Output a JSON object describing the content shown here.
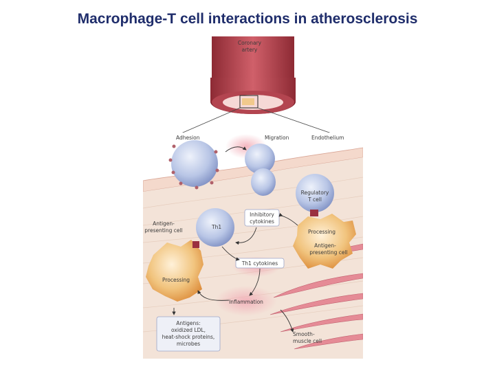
{
  "title": "Macrophage-T cell interactions in atherosclerosis",
  "figure": {
    "labels": {
      "coronary_artery": [
        "Coronary",
        "artery"
      ],
      "adhesion": "Adhesion",
      "migration": "Migration",
      "endothelium": "Endothelium",
      "regulatory_t_cell": [
        "Regulatory",
        "T cell"
      ],
      "inhibitory_cytokines": [
        "Inhibitory",
        "cytokines"
      ],
      "antigen_presenting_cell_left": [
        "Antigen-",
        "presenting cell"
      ],
      "th1": "Th1",
      "processing_right": "Processing",
      "antigen_presenting_cell_right": [
        "Antigen-",
        "presenting cell"
      ],
      "th1_cytokines": "Th1 cytokines",
      "processing_left": "Processing",
      "inflammation": "Inflammation",
      "antigens": [
        "Antigens:",
        "oxidized LDL,",
        "heat-shock proteins,",
        "microbes"
      ],
      "smooth_muscle_cell": [
        "Smooth-",
        "muscle cell"
      ]
    },
    "colors": {
      "artery": "#c0454e",
      "tissue": "#f3e3d8",
      "t_cell": "#b9c6e6",
      "apc": "#f1c47e",
      "smooth_muscle": "#e58b96",
      "inflammation": "#f2aeb8"
    }
  }
}
